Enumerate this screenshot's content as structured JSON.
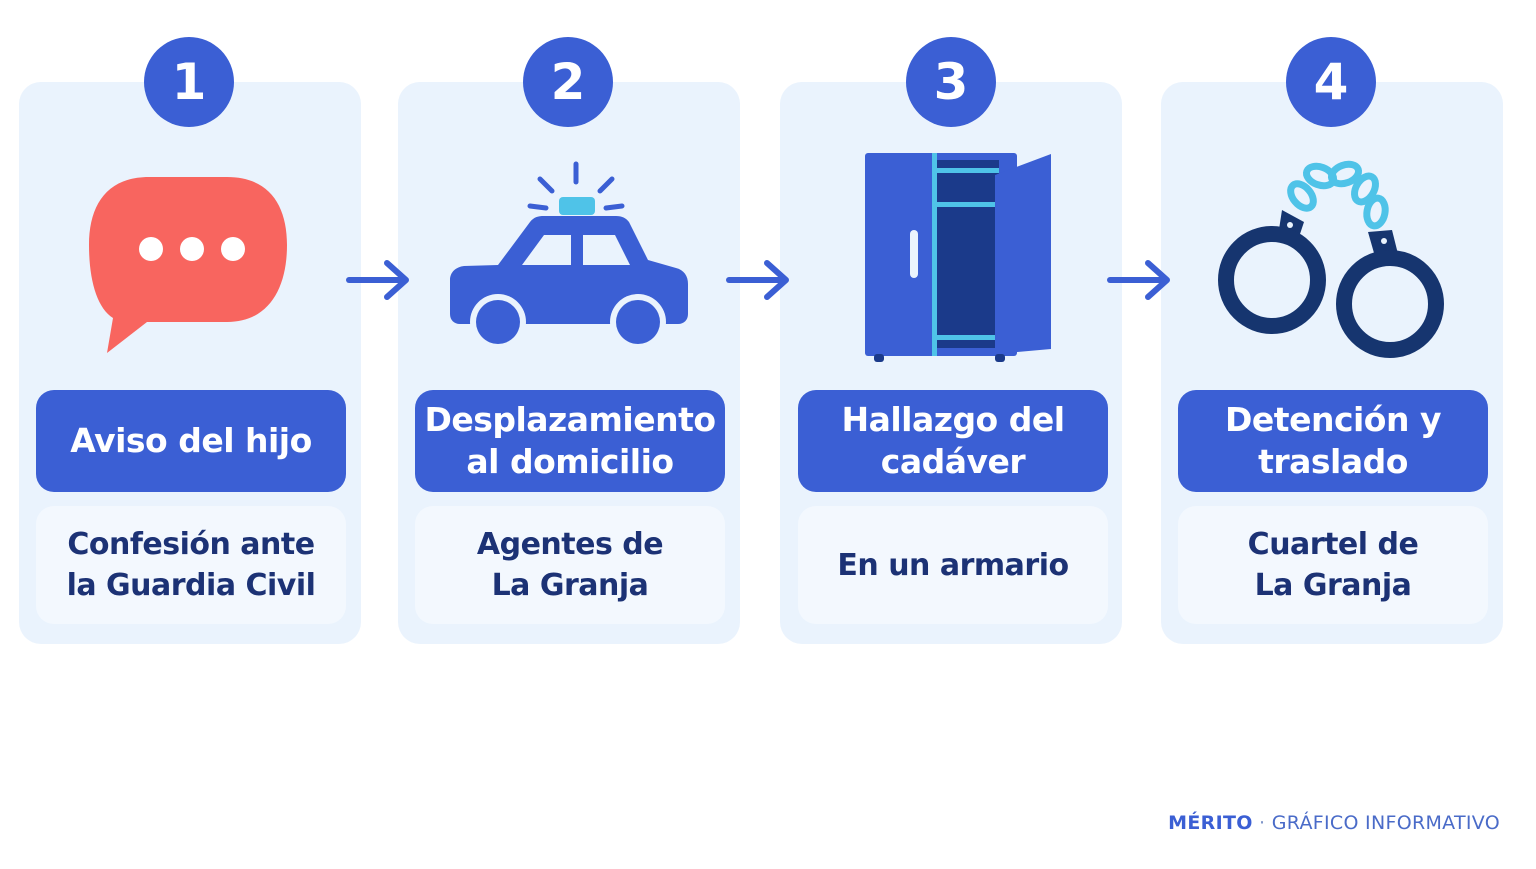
{
  "steps": [
    {
      "number": "1",
      "icon": "speech-bubble-icon",
      "title": "Aviso del hijo",
      "subtitle": "Confesión ante\nla Guardia Civil"
    },
    {
      "number": "2",
      "icon": "police-car-icon",
      "title": "Desplazamiento\nal domicilio",
      "subtitle": "Agentes de\nLa Granja"
    },
    {
      "number": "3",
      "icon": "wardrobe-icon",
      "title": "Hallazgo del\ncadáver",
      "subtitle": "En un armario"
    },
    {
      "number": "4",
      "icon": "handcuffs-icon",
      "title": "Detención y\ntraslado",
      "subtitle": "Cuartel de\nLa Granja"
    }
  ],
  "footer": {
    "brand": "MÉRITO",
    "separator": "·",
    "label": "GRÁFICO INFORMATIVO"
  },
  "colors": {
    "accent": "#3b5fd4",
    "panel": "#eaf3fd",
    "subtitle_text": "#1c3275",
    "speech_bubble": "#f8655f",
    "siren": "#4fc3e8",
    "handcuffs": "#16356f",
    "chain": "#4fc3e8"
  }
}
